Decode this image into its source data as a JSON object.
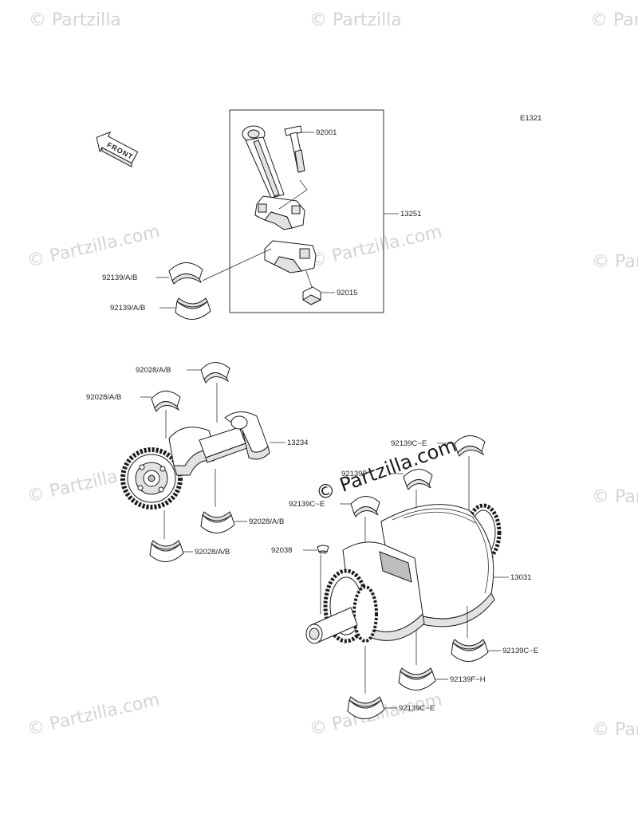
{
  "diagram_code": "E1321",
  "front_label": "FRONT",
  "watermarks": {
    "site": "Partzilla",
    "small": "© Partzilla",
    "repeated": "© Partzilla.com",
    "center_overlay": "© Partzilla.com"
  },
  "labels": {
    "bolt": "92001",
    "conrod_assembly": "13251",
    "conrod_bearing_upper": "92139/A/B",
    "conrod_bearing_lower": "92139/A/B",
    "nut": "92015",
    "balancer_bearing_top_right": "92028/A/B",
    "balancer_bearing_top_left": "92028/A/B",
    "balancer_shaft": "13234",
    "balancer_bearing_bottom_right": "92028/A/B",
    "balancer_bearing_bottom_left": "92028/A/B",
    "crank_bearing_top_right": "92139C~E",
    "crank_bearing_top_mid": "92139F",
    "crank_bearing_top_left": "92139C~E",
    "key": "92038",
    "crankshaft": "13031",
    "crank_bearing_bottom_right": "92139C~E",
    "crank_bearing_bottom_mid": "92139F~H",
    "crank_bearing_bottom_left": "92139C~E"
  }
}
